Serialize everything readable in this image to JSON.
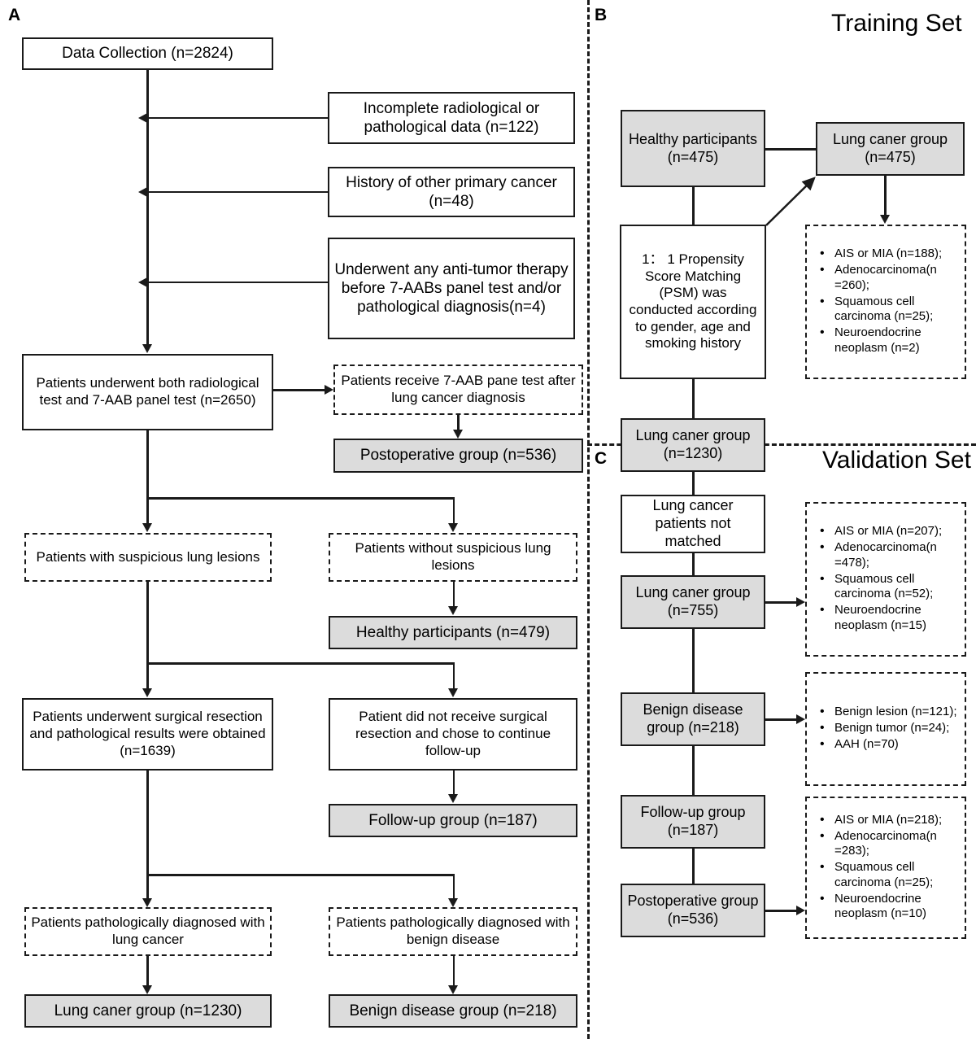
{
  "panels": {
    "a": {
      "letter": "A"
    },
    "b": {
      "letter": "B",
      "title": "Training Set"
    },
    "c": {
      "letter": "C",
      "title": "Validation Set"
    }
  },
  "colors": {
    "stroke": "#1a1a1a",
    "gray_fill": "#dcdcdc",
    "background": "#ffffff"
  },
  "panel_a": {
    "data_collection": "Data Collection (n=2824)",
    "excl_1": "Incomplete radiological or pathological data (n=122)",
    "excl_2": "History of other primary cancer (n=48)",
    "excl_3": "Underwent any anti-tumor therapy before 7-AABs panel test and/or pathological diagnosis(n=4)",
    "both_tests": "Patients underwent both radiological test and 7-AAB panel test (n=2650)",
    "receive_after_dx": "Patients receive 7-AAB pane test after lung cancer diagnosis",
    "postoperative_group": "Postoperative group (n=536)",
    "with_lesions": "Patients with suspicious lung lesions",
    "without_lesions": "Patients without suspicious lung lesions",
    "healthy_participants": "Healthy participants (n=479)",
    "surgical_resection": "Patients underwent surgical resection and pathological results were obtained (n=1639)",
    "no_surgical_resection": "Patient did not receive surgical resection and chose to continue follow-up",
    "followup_group": "Follow-up group (n=187)",
    "path_lung_cancer": "Patients pathologically diagnosed with lung cancer",
    "path_benign": "Patients pathologically diagnosed with benign disease",
    "lung_cancer_group": "Lung caner group (n=1230)",
    "benign_group": "Benign disease group (n=218)"
  },
  "panel_b": {
    "healthy_participants": "Healthy participants (n=475)",
    "lung_cancer_group_475": "Lung caner group (n=475)",
    "psm": "1： 1 Propensity Score Matching (PSM) was conducted according to gender, age and smoking history",
    "lung_cancer_group_1230": "Lung caner group (n=1230)",
    "histology": [
      "AIS or MIA (n=188);",
      "Adenocarcinoma(n =260);",
      "Squamous cell carcinoma (n=25);",
      "Neuroendocrine neoplasm (n=2)"
    ]
  },
  "panel_c": {
    "not_matched": "Lung cancer patients not matched",
    "lung_cancer_group_755": "Lung caner group (n=755)",
    "benign_group_218": "Benign disease group (n=218)",
    "followup_group_187": "Follow-up group (n=187)",
    "postoperative_group_536": "Postoperative group (n=536)",
    "histology_lung": [
      "AIS or MIA (n=207);",
      "Adenocarcinoma(n =478);",
      "Squamous cell carcinoma (n=52);",
      "Neuroendocrine neoplasm (n=15)"
    ],
    "histology_benign": [
      "Benign lesion (n=121);",
      "Benign tumor (n=24);",
      "AAH (n=70)"
    ],
    "histology_postop": [
      "AIS or MIA (n=218);",
      "Adenocarcinoma(n =283);",
      "Squamous cell carcinoma (n=25);",
      "Neuroendocrine neoplasm (n=10)"
    ]
  }
}
